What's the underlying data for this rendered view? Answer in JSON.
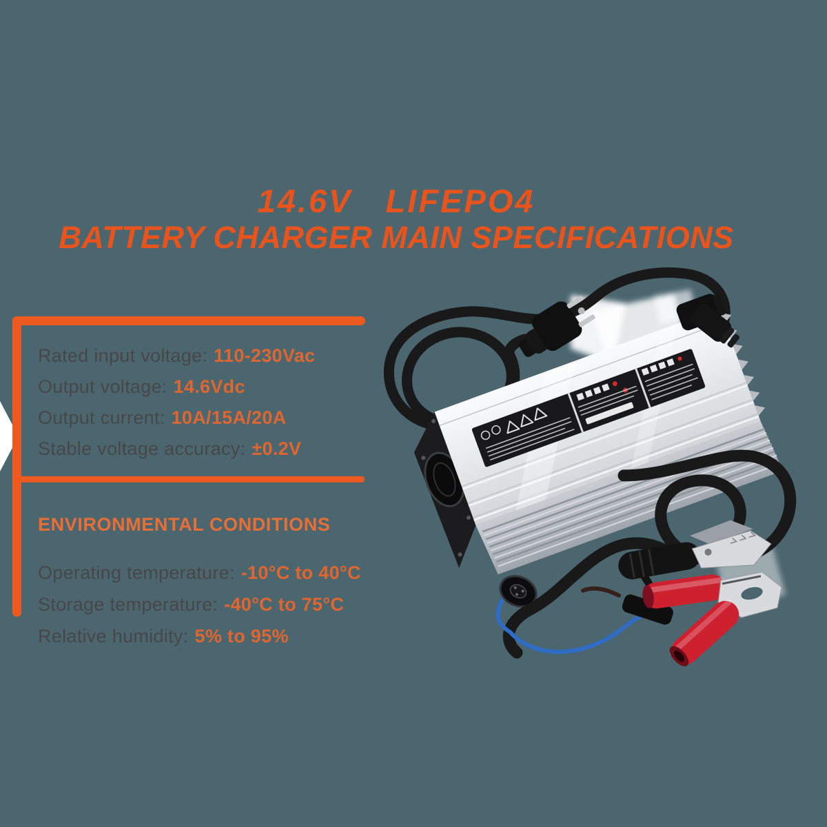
{
  "title": {
    "line1": "14.6V   LIFEPO4",
    "line2": "BATTERY CHARGER MAIN SPECIFICATIONS"
  },
  "specs": {
    "rows": [
      {
        "label": "Rated input voltage:",
        "value": "110-230Vac"
      },
      {
        "label": "Output voltage:",
        "value": "14.6Vdc"
      },
      {
        "label": "Output current:",
        "value": "10A/15A/20A"
      },
      {
        "label": "Stable voltage accuracy:",
        "value": "±0.2V"
      }
    ]
  },
  "environment": {
    "header": "ENVIRONMENTAL CONDITIONS",
    "rows": [
      {
        "label": "Operating temperature:",
        "value": "-10°C to 40°C"
      },
      {
        "label": "Storage temperature:",
        "value": "-40°C to 75°C"
      },
      {
        "label": "Relative humidity:",
        "value": "5% to 95%"
      }
    ]
  },
  "illustration": {
    "description": "Silver aluminum battery charger with looped AC power cord and US wall plug, cooling-fan end panel, black specification labels, and a DC output cable ending in red and black alligator clips with a thin blue wire."
  },
  "colors": {
    "background": "#4C6670",
    "accent": "#E8541C",
    "bar_orange": "#ED5A1F",
    "value_orange": "#E0662F",
    "env_orange": "#E76F35",
    "label_gray": "#474747",
    "cable_black": "#191919",
    "clip_red": "#CE2130",
    "wire_blue": "#2E6CC5",
    "body_silver": "#E9EBEE"
  }
}
